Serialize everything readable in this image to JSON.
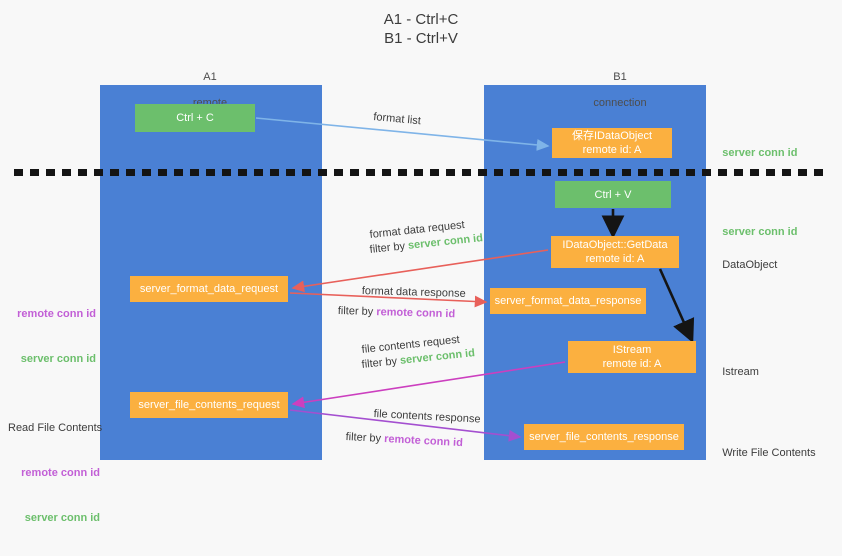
{
  "title": "A1 - Ctrl+C\nB1 - Ctrl+V",
  "colors": {
    "background": "#f8f8f8",
    "lane": "#4a80d4",
    "node_green": "#6cbf6c",
    "node_orange": "#fbb040",
    "server_conn_id": "#6cbf6c",
    "remote_conn_id": "#c25fd6",
    "edge_blue": "#7fb4e8",
    "edge_red": "#e8605a",
    "edge_magenta": "#cc3fbf",
    "edge_purple": "#a44fd0",
    "edge_black": "#141414",
    "divider": "#141414"
  },
  "columns": [
    {
      "id": "a1",
      "title": "A1",
      "subtitle": "remote"
    },
    {
      "id": "b1",
      "title": "B1",
      "subtitle": "connection"
    }
  ],
  "nodes": [
    {
      "id": "ctrl-c",
      "label": "Ctrl + C",
      "style": "green"
    },
    {
      "id": "save-ido",
      "label": "保存IDataObject\nremote id: A",
      "style": "orange"
    },
    {
      "id": "ctrl-v",
      "label": "Ctrl + V",
      "style": "green"
    },
    {
      "id": "getdata",
      "label": "IDataObject::GetData\nremote id: A",
      "style": "orange"
    },
    {
      "id": "fmt-req",
      "label": "server_format_data_request",
      "style": "orange"
    },
    {
      "id": "fmt-res",
      "label": "server_format_data_response",
      "style": "orange"
    },
    {
      "id": "istream",
      "label": "IStream\nremote id: A",
      "style": "orange"
    },
    {
      "id": "file-req",
      "label": "server_file_contents_request",
      "style": "orange"
    },
    {
      "id": "file-res",
      "label": "server_file_contents_response",
      "style": "orange"
    }
  ],
  "edge_labels": {
    "format_list": "format list",
    "format_data_request": "format data request",
    "format_data_request_filter_prefix": "filter by ",
    "format_data_request_filter_key": "server conn id",
    "format_data_response": "format data response",
    "format_data_response_filter_prefix": "filter by ",
    "format_data_response_filter_key": "remote conn id",
    "file_contents_request": "file contents request",
    "file_contents_request_filter_prefix": "filter by ",
    "file_contents_request_filter_key": "server conn id",
    "file_contents_response": "file contents response",
    "file_contents_response_filter_prefix": "filter by ",
    "file_contents_response_filter_key": "remote conn id"
  },
  "annotations": {
    "right": [
      {
        "id": "server-conn-id-1",
        "text": "server conn id",
        "kind": "server"
      },
      {
        "id": "server-conn-id-2",
        "text": "server conn id",
        "kind": "server"
      },
      {
        "id": "dataobject",
        "text": "DataObject",
        "kind": "plain"
      },
      {
        "id": "istream",
        "text": "Istream",
        "kind": "plain"
      },
      {
        "id": "write-file",
        "text": "Write File Contents",
        "kind": "plain"
      }
    ],
    "left": [
      {
        "id": "format-ids",
        "lines": [
          {
            "text": "remote conn id",
            "kind": "remote"
          },
          {
            "text": "server conn id",
            "kind": "server"
          }
        ]
      },
      {
        "id": "read-file-ids",
        "lines": [
          {
            "text": "Read File Contents",
            "kind": "plain"
          },
          {
            "text": "remote conn id",
            "kind": "remote"
          },
          {
            "text": "server conn id",
            "kind": "server"
          }
        ]
      }
    ]
  }
}
